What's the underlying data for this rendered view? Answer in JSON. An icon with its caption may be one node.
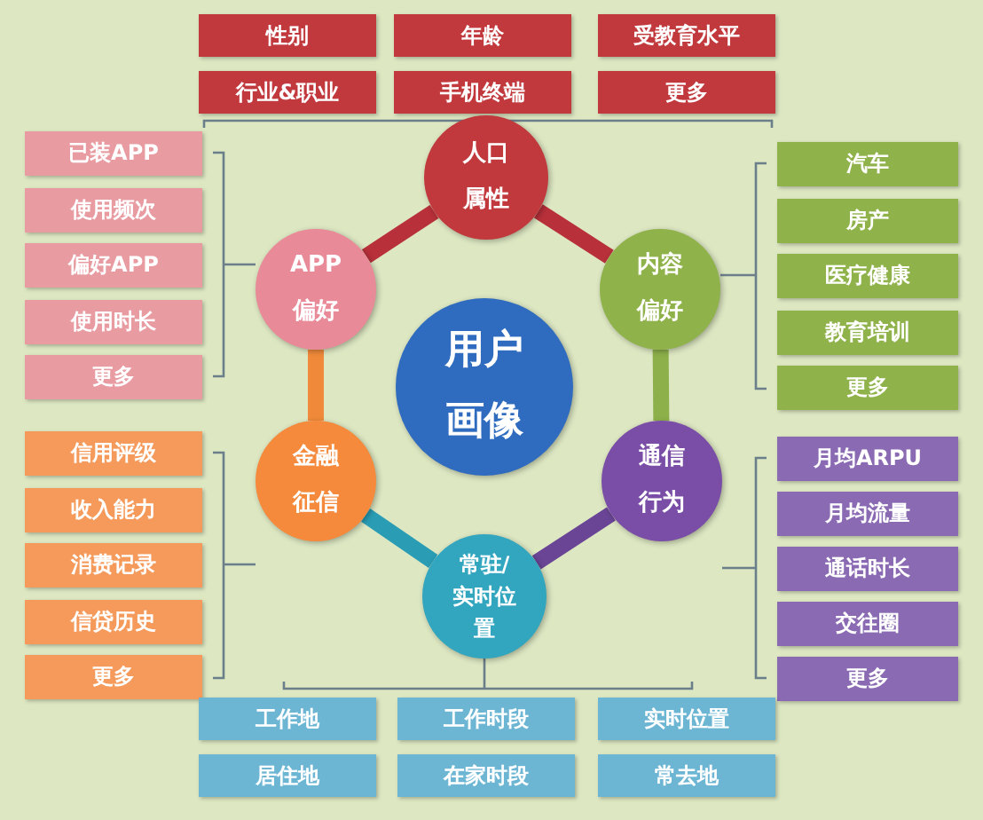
{
  "diagram": {
    "nodes": [
      {
        "text": [
          "性别"
        ]
      },
      {
        "text": [
          "年龄"
        ]
      },
      {
        "text": [
          "受教育水平"
        ]
      },
      {
        "text": [
          "行业&职业"
        ]
      },
      {
        "text": [
          "手机终端"
        ]
      },
      {
        "text": [
          "更多"
        ]
      },
      {
        "text": [
          "人口属性"
        ]
      },
      {
        "text": [
          "已装APP"
        ]
      },
      {
        "text": [
          "使用频次"
        ]
      },
      {
        "text": [
          "偏好APP"
        ]
      },
      {
        "text": [
          "使用时长"
        ]
      },
      {
        "text": [
          "更多"
        ]
      },
      {
        "text": [
          "APP偏好"
        ]
      },
      {
        "text": [
          "用户画像"
        ]
      },
      {
        "text": [
          "内容偏好"
        ]
      },
      {
        "text": [
          "汽车"
        ]
      },
      {
        "text": [
          "房产"
        ]
      },
      {
        "text": [
          "医疗健康"
        ]
      },
      {
        "text": [
          "教育培训"
        ]
      },
      {
        "text": [
          "更多"
        ]
      },
      {
        "text": [
          "信用评级"
        ]
      },
      {
        "text": [
          "收入能力"
        ]
      },
      {
        "text": [
          "消费记录"
        ]
      },
      {
        "text": [
          "信贷历史"
        ]
      },
      {
        "text": [
          "更多"
        ]
      },
      {
        "text": [
          "金融征信"
        ]
      },
      {
        "text": [
          "通信行为"
        ]
      },
      {
        "text": [
          "月均ARPU"
        ]
      },
      {
        "text": [
          "月均流量"
        ]
      },
      {
        "text": [
          "通话时长"
        ]
      },
      {
        "text": [
          "交往圈"
        ]
      },
      {
        "text": [
          "更多"
        ]
      },
      {
        "text": [
          "常驻/实时位置"
        ]
      },
      {
        "text": [
          "工作地"
        ]
      },
      {
        "text": [
          "工作时段"
        ]
      },
      {
        "text": [
          "实时位置"
        ]
      },
      {
        "text": [
          "居住地"
        ]
      },
      {
        "text": [
          "在家时段"
        ]
      },
      {
        "text": [
          "常去地"
        ]
      }
    ],
    "edges": [
      {
        "from": 6,
        "to": 14,
        "arrow": "none",
        "color": "#b8303a"
      },
      {
        "from": 14,
        "to": 26,
        "arrow": "none",
        "color": "#8db04a"
      },
      {
        "from": 26,
        "to": 32,
        "arrow": "none",
        "color": "#6a4596"
      },
      {
        "from": 32,
        "to": 25,
        "arrow": "none",
        "color": "#2a9db5"
      },
      {
        "from": 25,
        "to": 12,
        "arrow": "none",
        "color": "#f08a3a"
      },
      {
        "from": 12,
        "to": 6,
        "arrow": "none",
        "color": "#b8303a"
      }
    ]
  }
}
